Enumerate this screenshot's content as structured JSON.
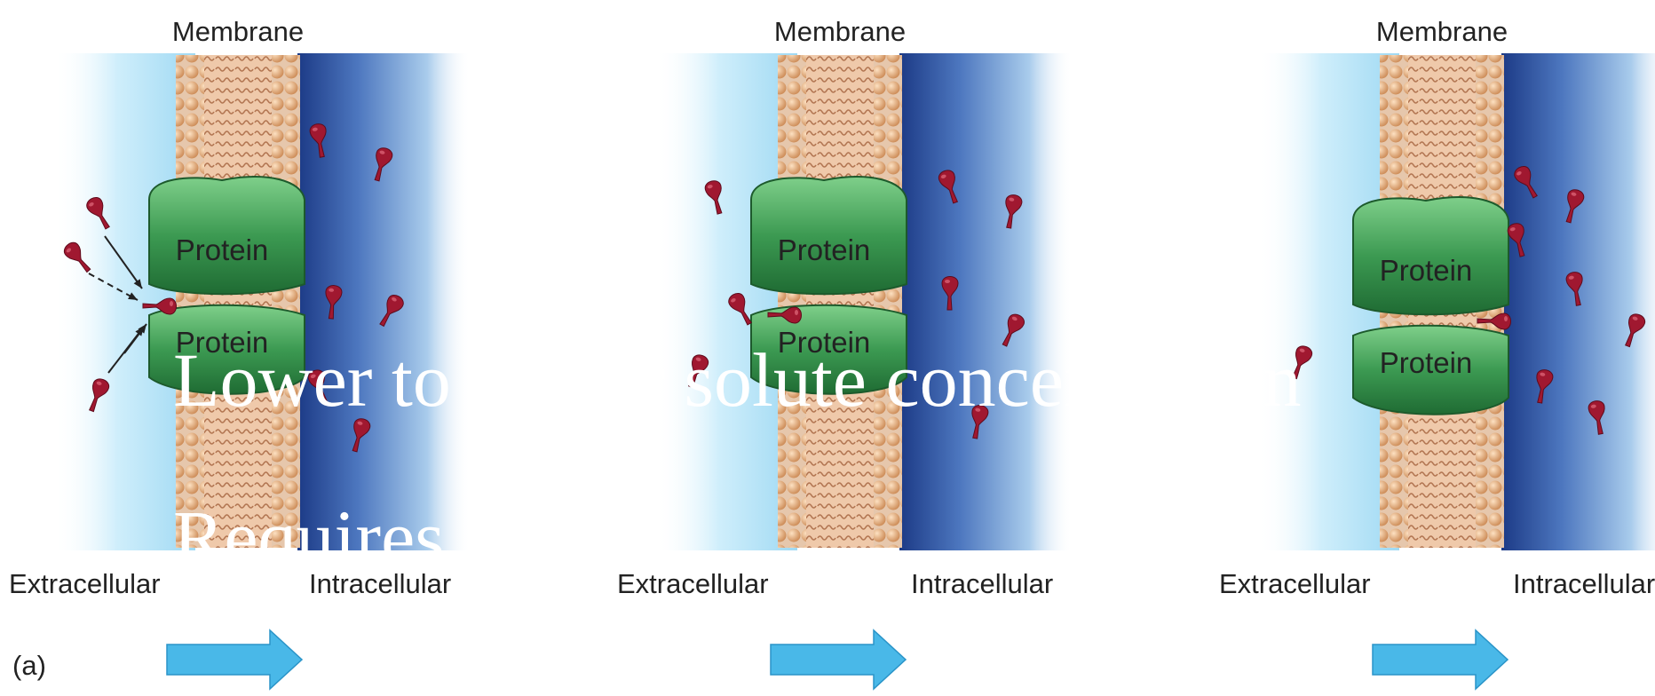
{
  "panels": [
    {
      "membrane": "Membrane",
      "protein_top": "Protein",
      "protein_bottom": "Protein",
      "extracellular": "Extracellular",
      "intracellular": "Intracellular"
    },
    {
      "membrane": "Membrane",
      "protein_top": "Protein",
      "protein_bottom": "Protein",
      "extracellular": "Extracellular",
      "intracellular": "Intracellular"
    },
    {
      "membrane": "Membrane",
      "protein_top": "Protein",
      "protein_bottom": "Protein",
      "extracellular": "Extracellular",
      "intracellular": "Intracellular"
    }
  ],
  "panel_tag": "(a)",
  "overlay": {
    "line1": "Lower to higher solute concentration",
    "line2": "Requires ATP"
  },
  "colors": {
    "extracellular_fluid": "#cfeefb",
    "intracellular_fluid": "#1f3f8c",
    "membrane": "#e7b48f",
    "protein": "#3c9a52",
    "solute": "#a01830",
    "arrow": "#49b8e8"
  }
}
